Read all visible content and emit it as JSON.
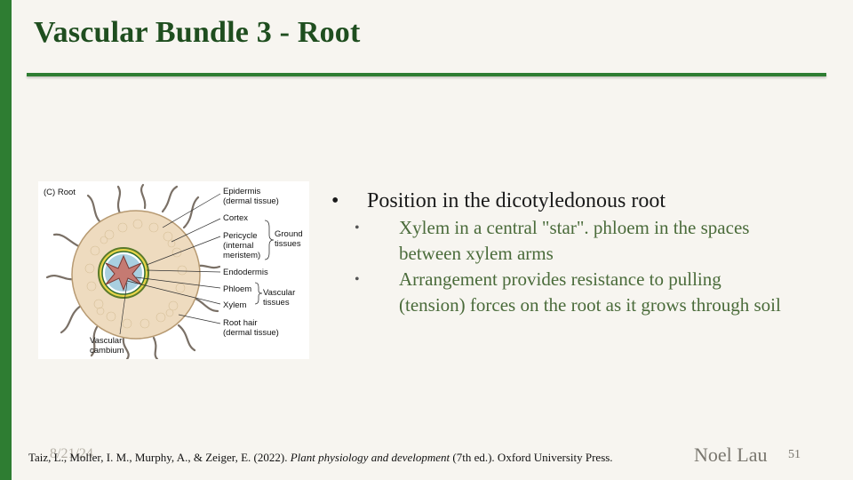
{
  "title": "Vascular Bundle 3 - Root",
  "figure": {
    "panel_label": "(C)  Root",
    "labels": {
      "epidermis_1": "Epidermis",
      "epidermis_2": "(dermal tissue)",
      "cortex": "Cortex",
      "pericycle_1": "Pericycle",
      "pericycle_2": "(internal",
      "pericycle_3": "meristem)",
      "ground_1": "Ground",
      "ground_2": "tissues",
      "endodermis": "Endodermis",
      "phloem": "Phloem",
      "xylem": "Xylem",
      "vascular_1": "Vascular",
      "vascular_2": "tissues",
      "root_hair_1": "Root hair",
      "root_hair_2": "(dermal tissue)",
      "cambium_1": "Vascular",
      "cambium_2": "cambium"
    }
  },
  "bullets": {
    "main": "Position in the dicotyledonous root",
    "sub": [
      {
        "line1": "Xylem in a central \"star\". phloem in the spaces",
        "line2": "between xylem arms"
      },
      {
        "line1": "Arrangement provides resistance to pulling",
        "line2": "(tension) forces on the root as it grows through soil"
      }
    ],
    "marker": "•"
  },
  "footer": {
    "date": "8/21/24",
    "citation_authors": "Taiz, L., Moller, I. M., Murphy, A., & Zeiger, E. (2022). ",
    "citation_title": "Plant physiology and development",
    "citation_rest": " (7th ed.). Oxford University Press.",
    "author": "Noel Lau",
    "page_number": "51"
  },
  "colors": {
    "accent_green": "#2e7d32",
    "title_green": "#1f4e1f",
    "sub_bullet_green": "#4a6b3a"
  }
}
